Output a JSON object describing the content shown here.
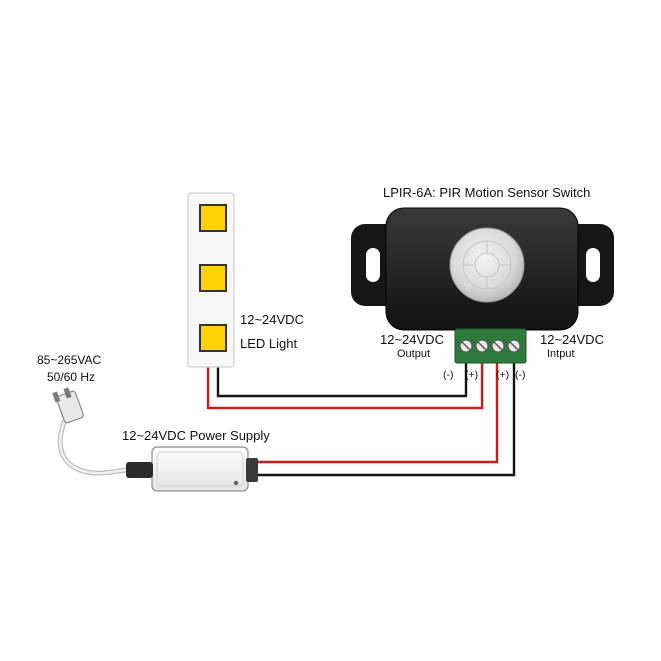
{
  "sensor": {
    "title": "LPIR-6A: PIR Motion Sensor Switch",
    "output_voltage": "12~24VDC",
    "output_label": "Output",
    "input_voltage": "12~24VDC",
    "input_label": "Intput",
    "polarity": [
      "(-)",
      "(+)",
      "(+)",
      "(-)"
    ]
  },
  "led": {
    "voltage": "12~24VDC",
    "label": "LED Light"
  },
  "mains": {
    "voltage": "85~265VAC",
    "frequency": "50/60 Hz"
  },
  "power_supply": {
    "label": "12~24VDC Power Supply"
  },
  "colors": {
    "wire_positive": "#c81e1e",
    "wire_negative": "#151515",
    "led_chip": "#ffd200",
    "terminal_block": "#2e7a3c",
    "sensor_body": "#1c1c1c"
  }
}
